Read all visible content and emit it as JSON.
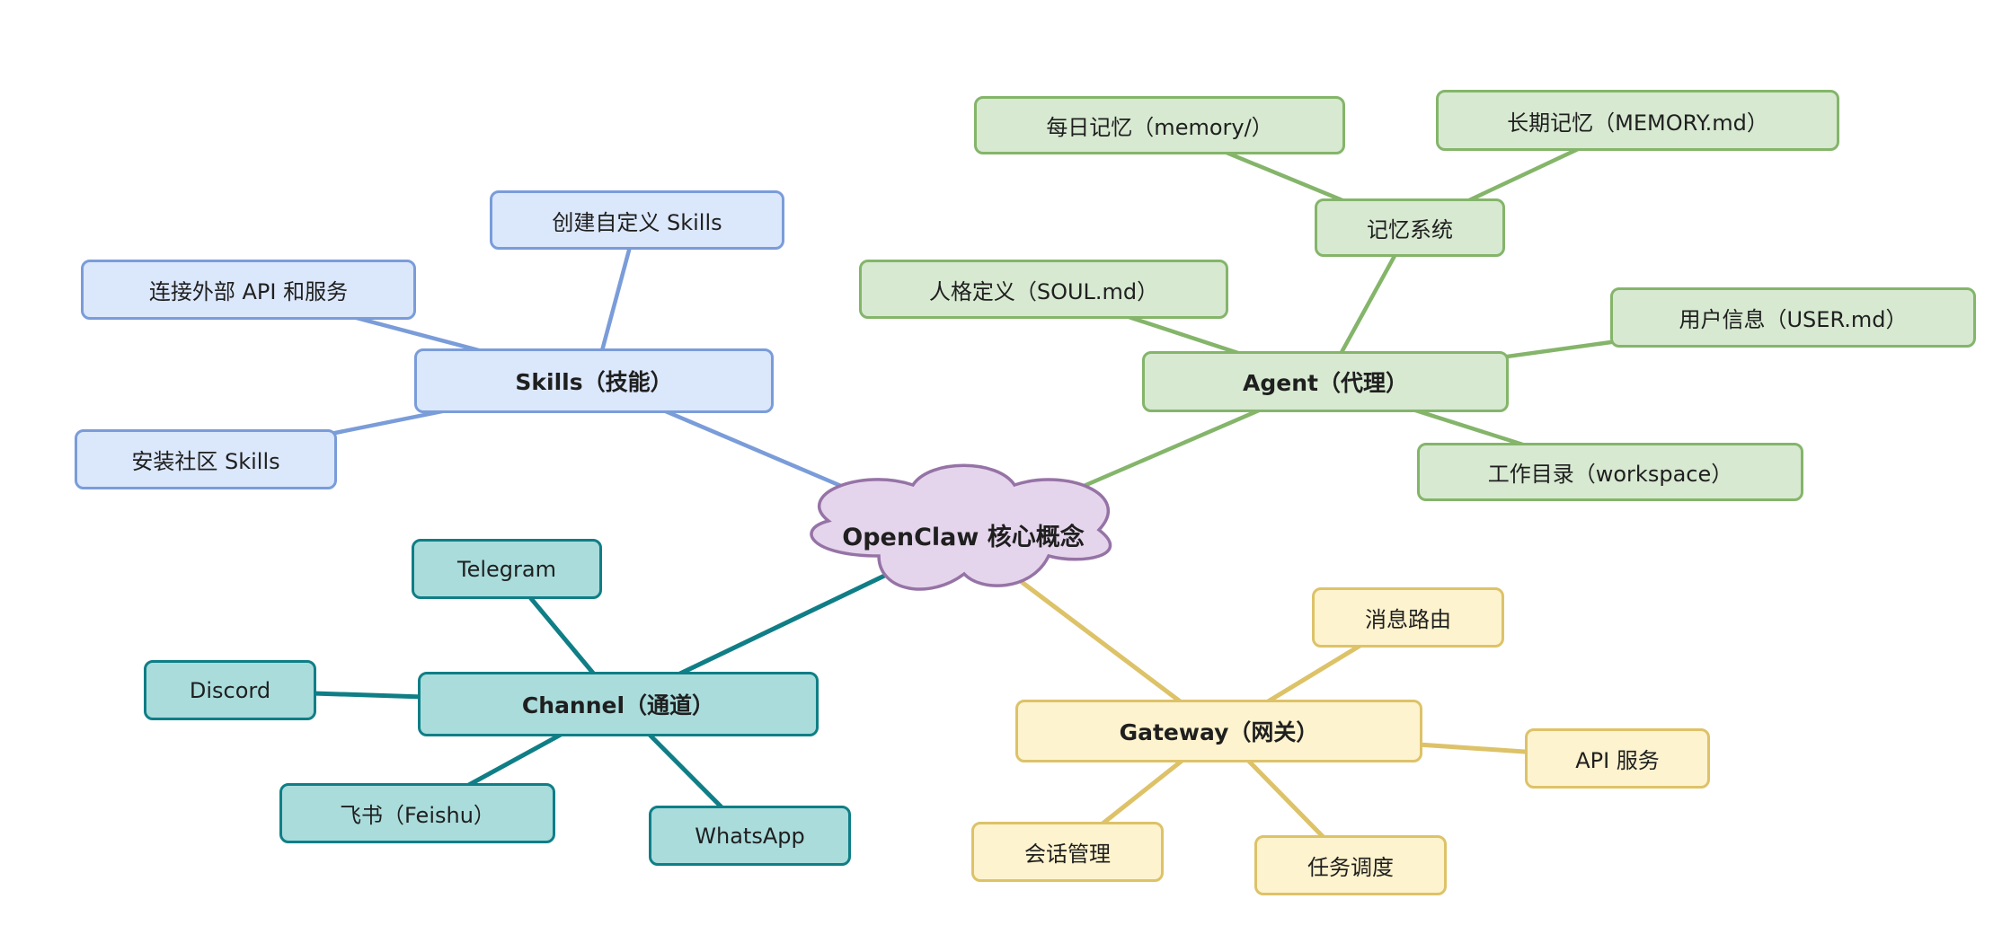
{
  "diagram": {
    "type": "mindmap",
    "center": {
      "label": "OpenClaw 核心概念"
    },
    "branches": {
      "skills": {
        "label": "Skills（技能）",
        "children": {
          "create": {
            "label": "创建自定义 Skills"
          },
          "external_api": {
            "label": "连接外部 API 和服务"
          },
          "community": {
            "label": "安装社区 Skills"
          }
        }
      },
      "agent": {
        "label": "Agent（代理）",
        "children": {
          "memory_system": {
            "label": "记忆系统",
            "children": {
              "daily": {
                "label": "每日记忆（memory/）"
              },
              "longterm": {
                "label": "长期记忆（MEMORY.md）"
              }
            }
          },
          "soul": {
            "label": "人格定义（SOUL.md）"
          },
          "user_info": {
            "label": "用户信息（USER.md）"
          },
          "workspace": {
            "label": "工作目录（workspace）"
          }
        }
      },
      "channel": {
        "label": "Channel（通道）",
        "children": {
          "telegram": {
            "label": "Telegram"
          },
          "discord": {
            "label": "Discord"
          },
          "feishu": {
            "label": "飞书（Feishu）"
          },
          "whatsapp": {
            "label": "WhatsApp"
          }
        }
      },
      "gateway": {
        "label": "Gateway（网关）",
        "children": {
          "routing": {
            "label": "消息路由"
          },
          "api": {
            "label": "API 服务"
          },
          "session": {
            "label": "会话管理"
          },
          "task": {
            "label": "任务调度"
          }
        }
      }
    },
    "palette": {
      "center_fill": "#e5d5ec",
      "center_border": "#9673a6",
      "skills_fill": "#dbe7fa",
      "skills_border": "#7a9cd9",
      "agent_fill": "#d7e9d1",
      "agent_border": "#84b56a",
      "channel_fill": "#aadcdc",
      "channel_border": "#0f7e86",
      "gateway_fill": "#fdf3ce",
      "gateway_border": "#ddc268"
    }
  }
}
